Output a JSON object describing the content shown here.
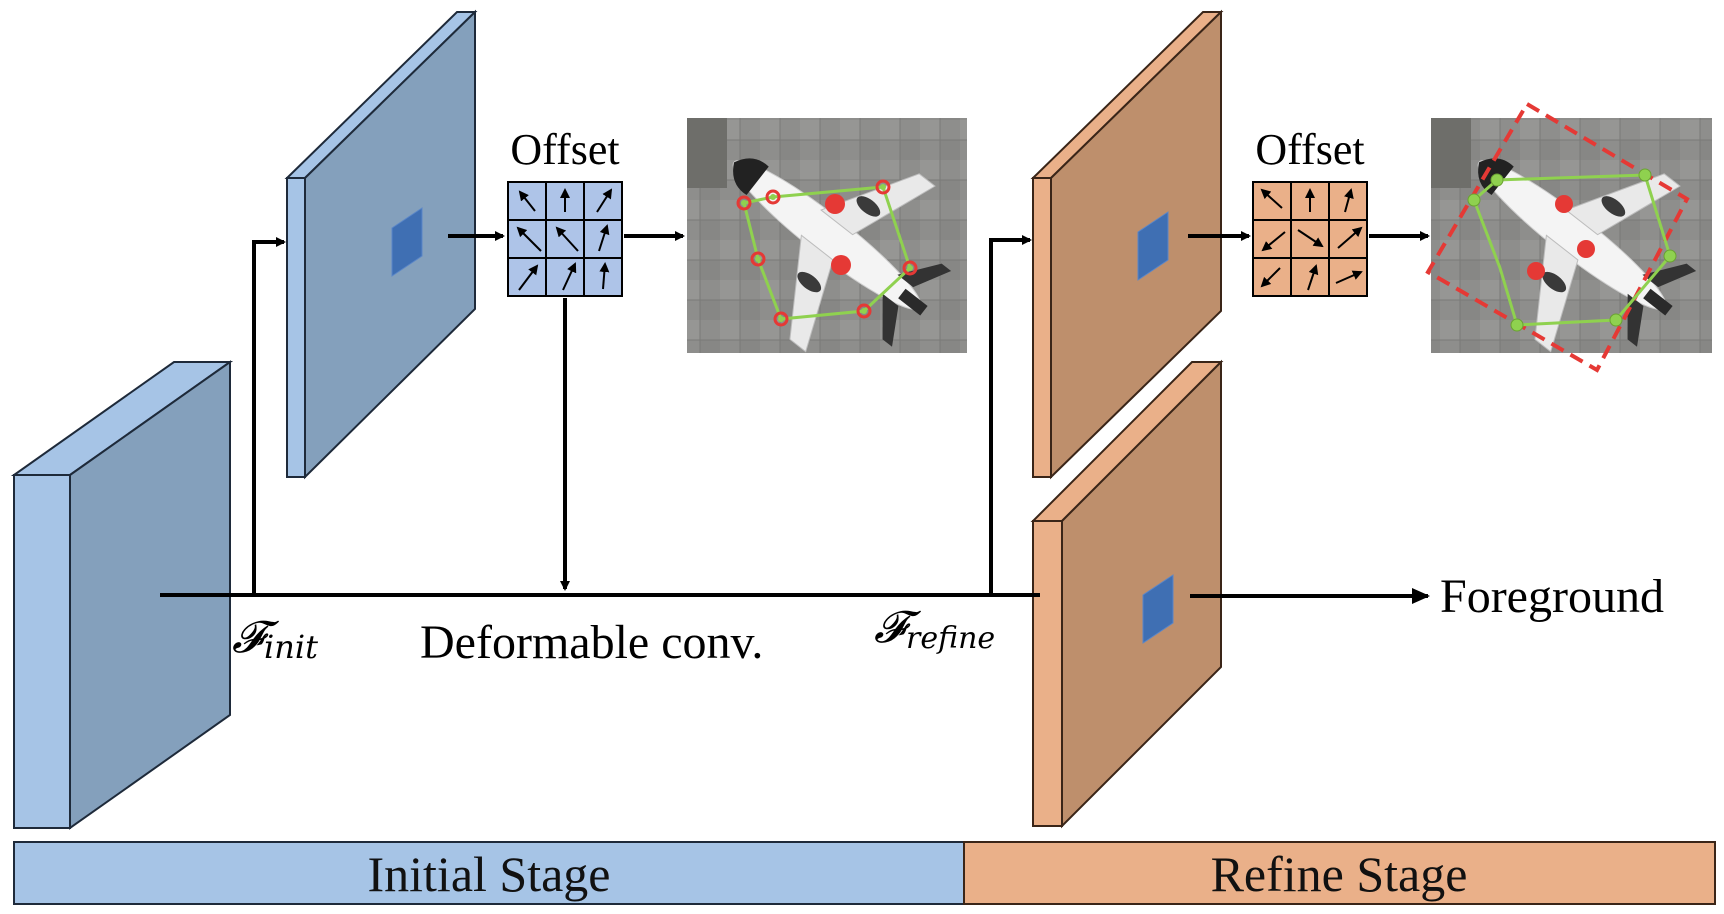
{
  "labels": {
    "offset_initial": "Offset",
    "offset_refine": "Offset",
    "f_init_symbol": "𝓕",
    "f_init_sub": "init",
    "f_refine_symbol": "𝓕",
    "f_refine_sub": "refine",
    "deformable_conv": "Deformable conv.",
    "foreground": "Foreground"
  },
  "stages": {
    "initial": "Initial Stage",
    "refine": "Refine Stage"
  },
  "colors": {
    "initial_front": "#a6c4e6",
    "initial_side": "#84a0bc",
    "initial_edge": "#1e2a3a",
    "refine_front": "#eab089",
    "refine_side": "#be8f6c",
    "refine_edge": "#3a2518",
    "kernel_patch": "#3f6fb3",
    "offset_grid_initial": "#aec4e8",
    "offset_grid_refine": "#eab089",
    "point_red": "#e53935",
    "polygon_green": "#8fd14f",
    "bbox_red_dashed": "#e53935"
  },
  "icons": {
    "offset_grid": "offset-arrows-grid-icon",
    "airplane": "airplane-aerial-photo-icon"
  }
}
